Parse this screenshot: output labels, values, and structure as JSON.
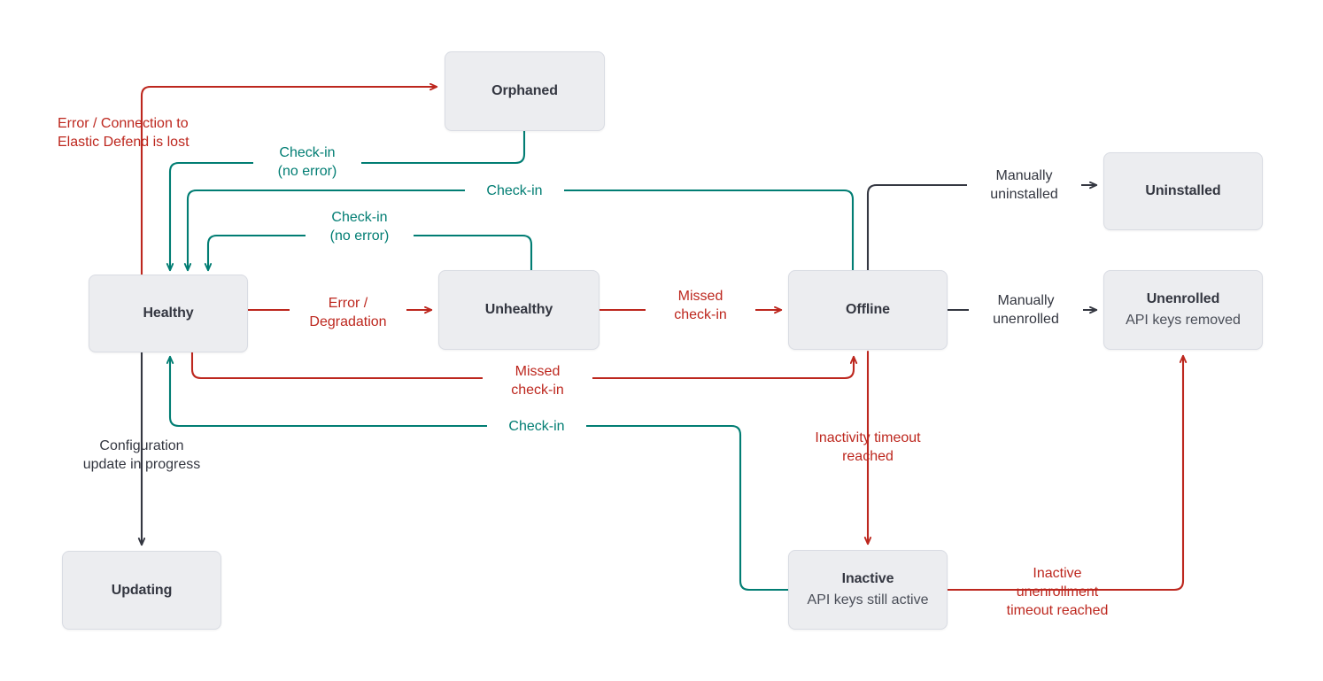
{
  "diagram": {
    "title": "Elastic Agent status state diagram",
    "colors": {
      "red": "#BD271E",
      "teal": "#017D73",
      "black": "#343741",
      "node_fill": "#ECEDF0",
      "node_border": "#D9DCE3",
      "background": "#FFFFFF"
    },
    "nodes": [
      {
        "id": "orphaned",
        "title": "Orphaned",
        "sub": ""
      },
      {
        "id": "healthy",
        "title": "Healthy",
        "sub": ""
      },
      {
        "id": "unhealthy",
        "title": "Unhealthy",
        "sub": ""
      },
      {
        "id": "offline",
        "title": "Offline",
        "sub": ""
      },
      {
        "id": "uninstalled",
        "title": "Uninstalled",
        "sub": ""
      },
      {
        "id": "unenrolled",
        "title": "Unenrolled",
        "sub": "API keys removed"
      },
      {
        "id": "updating",
        "title": "Updating",
        "sub": ""
      },
      {
        "id": "inactive",
        "title": "Inactive",
        "sub": "API keys still active"
      }
    ],
    "edges": [
      {
        "id": "healthy-to-orphaned",
        "label": "Error / Connection to\nElastic Defend is lost",
        "color": "red",
        "from": "healthy",
        "to": "orphaned"
      },
      {
        "id": "orphaned-to-healthy",
        "label": "Check-in\n(no error)",
        "color": "teal",
        "from": "orphaned",
        "to": "healthy"
      },
      {
        "id": "offline-to-healthy",
        "label": "Check-in",
        "color": "teal",
        "from": "offline",
        "to": "healthy"
      },
      {
        "id": "unhealthy-to-healthy",
        "label": "Check-in\n(no error)",
        "color": "teal",
        "from": "unhealthy",
        "to": "healthy"
      },
      {
        "id": "healthy-to-unhealthy",
        "label": "Error /\nDegradation",
        "color": "red",
        "from": "healthy",
        "to": "unhealthy"
      },
      {
        "id": "unhealthy-to-offline",
        "label": "Missed\ncheck-in",
        "color": "red",
        "from": "unhealthy",
        "to": "offline"
      },
      {
        "id": "healthy-to-offline",
        "label": "Missed\ncheck-in",
        "color": "red",
        "from": "healthy",
        "to": "offline"
      },
      {
        "id": "inactive-to-healthy",
        "label": "Check-in",
        "color": "teal",
        "from": "inactive",
        "to": "healthy"
      },
      {
        "id": "offline-to-uninstalled",
        "label": "Manually\nuninstalled",
        "color": "black",
        "from": "offline",
        "to": "uninstalled"
      },
      {
        "id": "offline-to-unenrolled",
        "label": "Manually\nunenrolled",
        "color": "black",
        "from": "offline",
        "to": "unenrolled"
      },
      {
        "id": "offline-to-inactive",
        "label": "Inactivity timeout\nreached",
        "color": "red",
        "from": "offline",
        "to": "inactive"
      },
      {
        "id": "inactive-to-unenrolled",
        "label": "Inactive\nunenrollment\ntimeout reached",
        "color": "red",
        "from": "inactive",
        "to": "unenrolled"
      },
      {
        "id": "healthy-to-updating",
        "label": "Configuration\nupdate in progress",
        "color": "black",
        "from": "healthy",
        "to": "updating"
      }
    ]
  }
}
